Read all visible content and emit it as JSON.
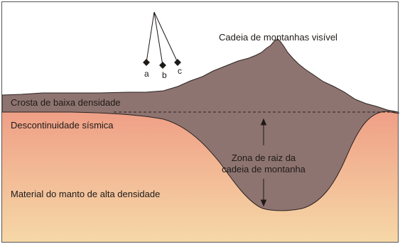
{
  "diagram": {
    "labels": {
      "visible_range": "Cadeia de montanhas visível",
      "low_density_crust": "Crosta de baixa densidade",
      "seismic_discontinuity": "Descontinuidade sísmica",
      "root_zone_line1": "Zona de raiz da",
      "root_zone_line2": "cadeia de montanha",
      "high_density_mantle": "Material do manto de alta densidade"
    },
    "pendulums": [
      {
        "label": "a"
      },
      {
        "label": "b"
      },
      {
        "label": "c"
      }
    ],
    "colors": {
      "crust": "#8e7470",
      "mantle_top": "#ef9f86",
      "mantle_bottom": "#f6d8a7",
      "outline": "#2a2220",
      "sky": "#ffffff"
    }
  }
}
